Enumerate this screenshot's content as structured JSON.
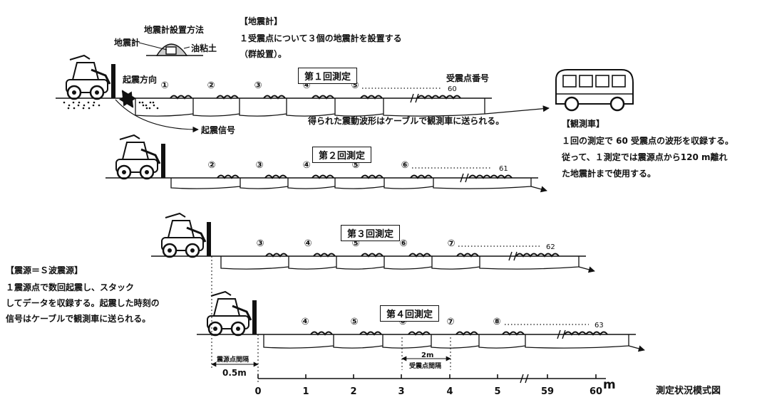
{
  "seismometer": {
    "setup_title": "地震計設置方法",
    "label_seismometer": "地震計",
    "label_clay": "油粘土",
    "note_title": "【地震計】",
    "note_line1": "１受震点について３個の地震計を設置する",
    "note_line2": "（群設置）。"
  },
  "source_direction": "起震方向",
  "source_signal": "起震信号",
  "receiver_number_label": "受震点番号",
  "cable_note": "得られた震動波形はケーブルで観測車に送られる。",
  "observation_car": {
    "title": "【観測車】",
    "line1": "１回の測定で 60 受震点の波形を収録する。",
    "line2": "従って、１測定では震源点から120 m離れ",
    "line3": "た地震計まで使用する。"
  },
  "source_note": {
    "title": "【震源＝Ｓ波震源】",
    "line1": "１震源点で数回起震し、スタック",
    "line2": "してデータを収録する。起震した時刻の",
    "line3": "信号はケーブルで観測車に送られる。"
  },
  "measurements": [
    {
      "title": "第１回測定",
      "receivers": [
        "①",
        "②",
        "③",
        "④",
        "⑤"
      ],
      "last": "60"
    },
    {
      "title": "第２回測定",
      "receivers": [
        "②",
        "③",
        "④",
        "⑤",
        "⑥"
      ],
      "last": "61"
    },
    {
      "title": "第３回測定",
      "receivers": [
        "③",
        "④",
        "⑤",
        "⑥",
        "⑦"
      ],
      "last": "62"
    },
    {
      "title": "第４回測定",
      "receivers": [
        "④",
        "⑤",
        "⑥",
        "⑦",
        "⑧"
      ],
      "last": "63"
    }
  ],
  "source_spacing": {
    "label": "震源点間隔",
    "value": "0.5m"
  },
  "receiver_spacing": {
    "label": "受震点間隔",
    "value": "2m"
  },
  "scale": {
    "ticks": [
      "0",
      "1",
      "2",
      "3",
      "4",
      "5",
      "59",
      "60"
    ],
    "unit": "m"
  },
  "figure_caption": "測定状況模式図"
}
